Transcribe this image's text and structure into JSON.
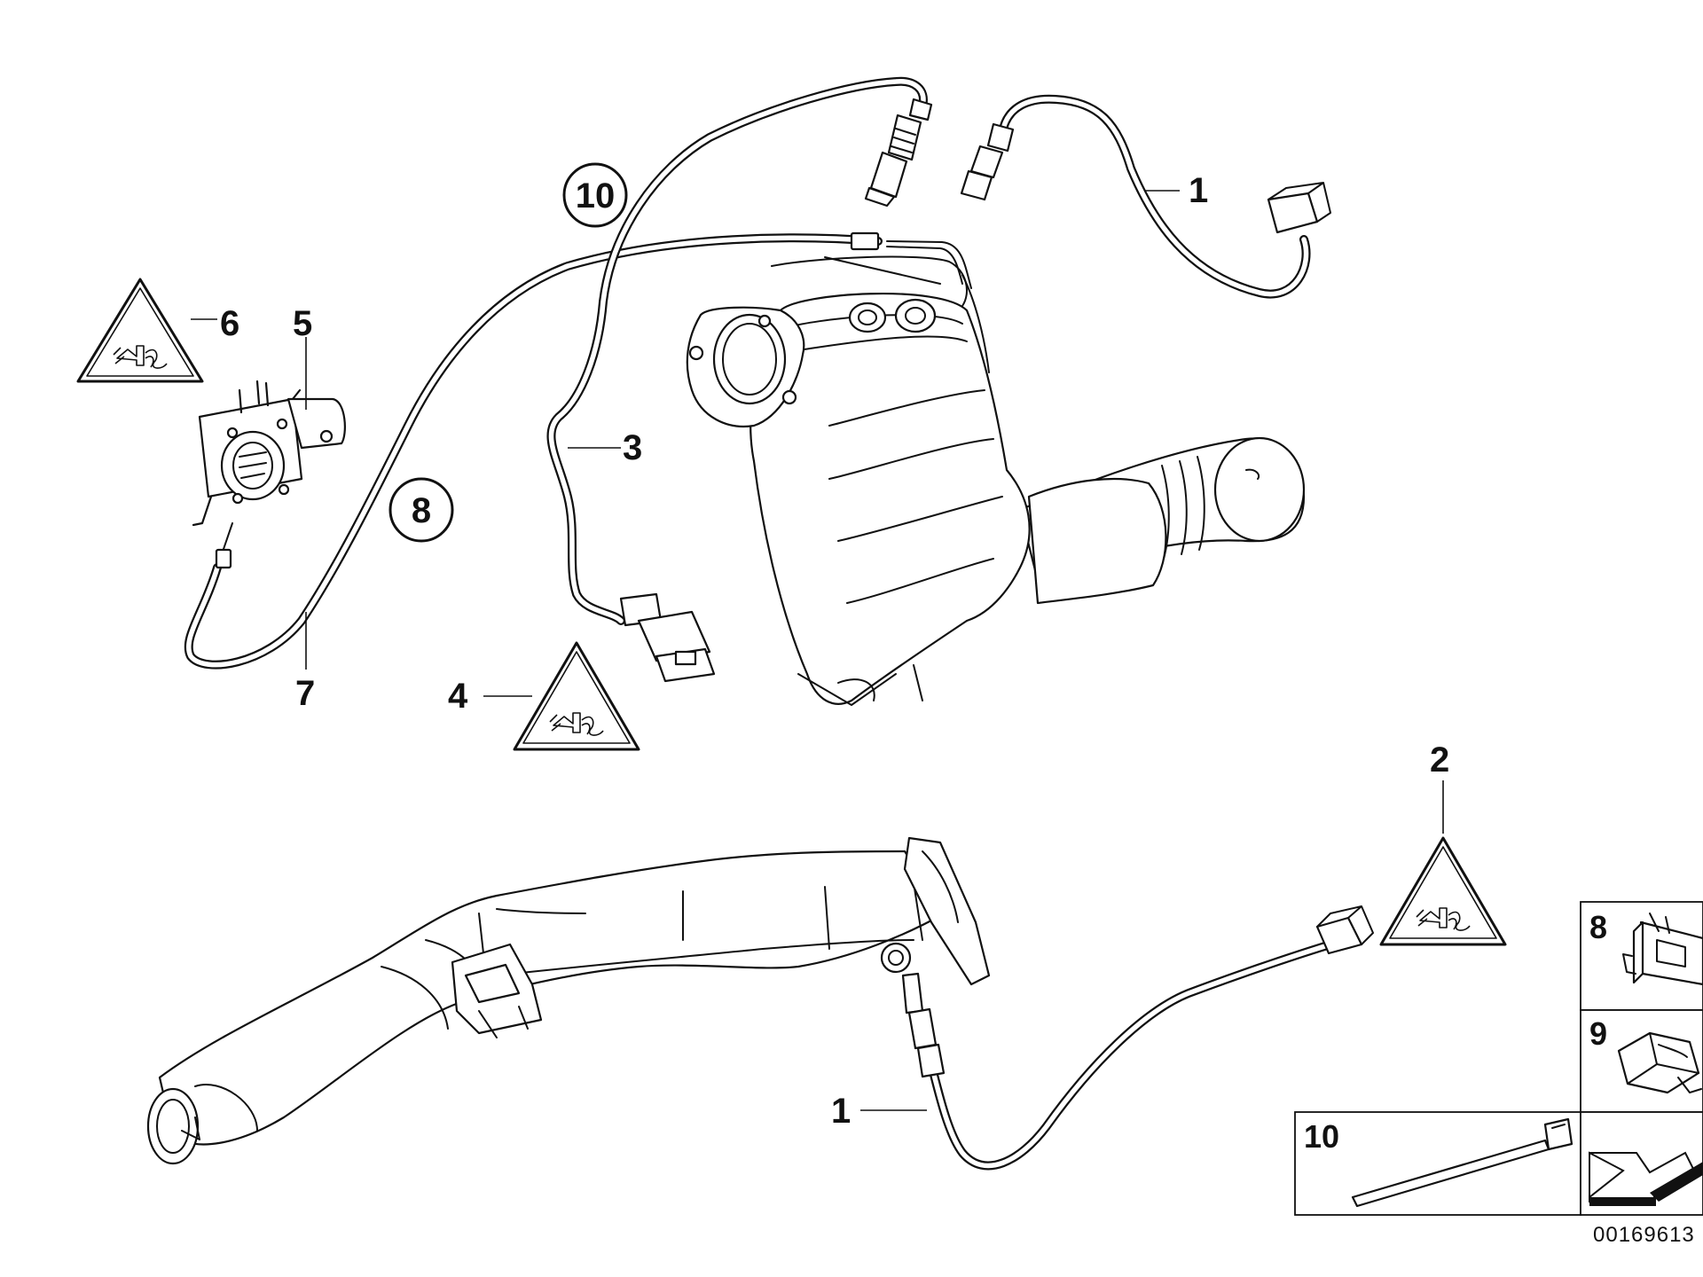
{
  "callouts": {
    "c1_top": "1",
    "c1_bottom": "1",
    "c2": "2",
    "c3": "3",
    "c4": "4",
    "c5": "5",
    "c6": "6",
    "c7": "7",
    "c8_circle": "8",
    "c10_circle": "10"
  },
  "legend": {
    "item8": "8",
    "item9": "9",
    "item10": "10"
  },
  "reference_code": "00169613"
}
